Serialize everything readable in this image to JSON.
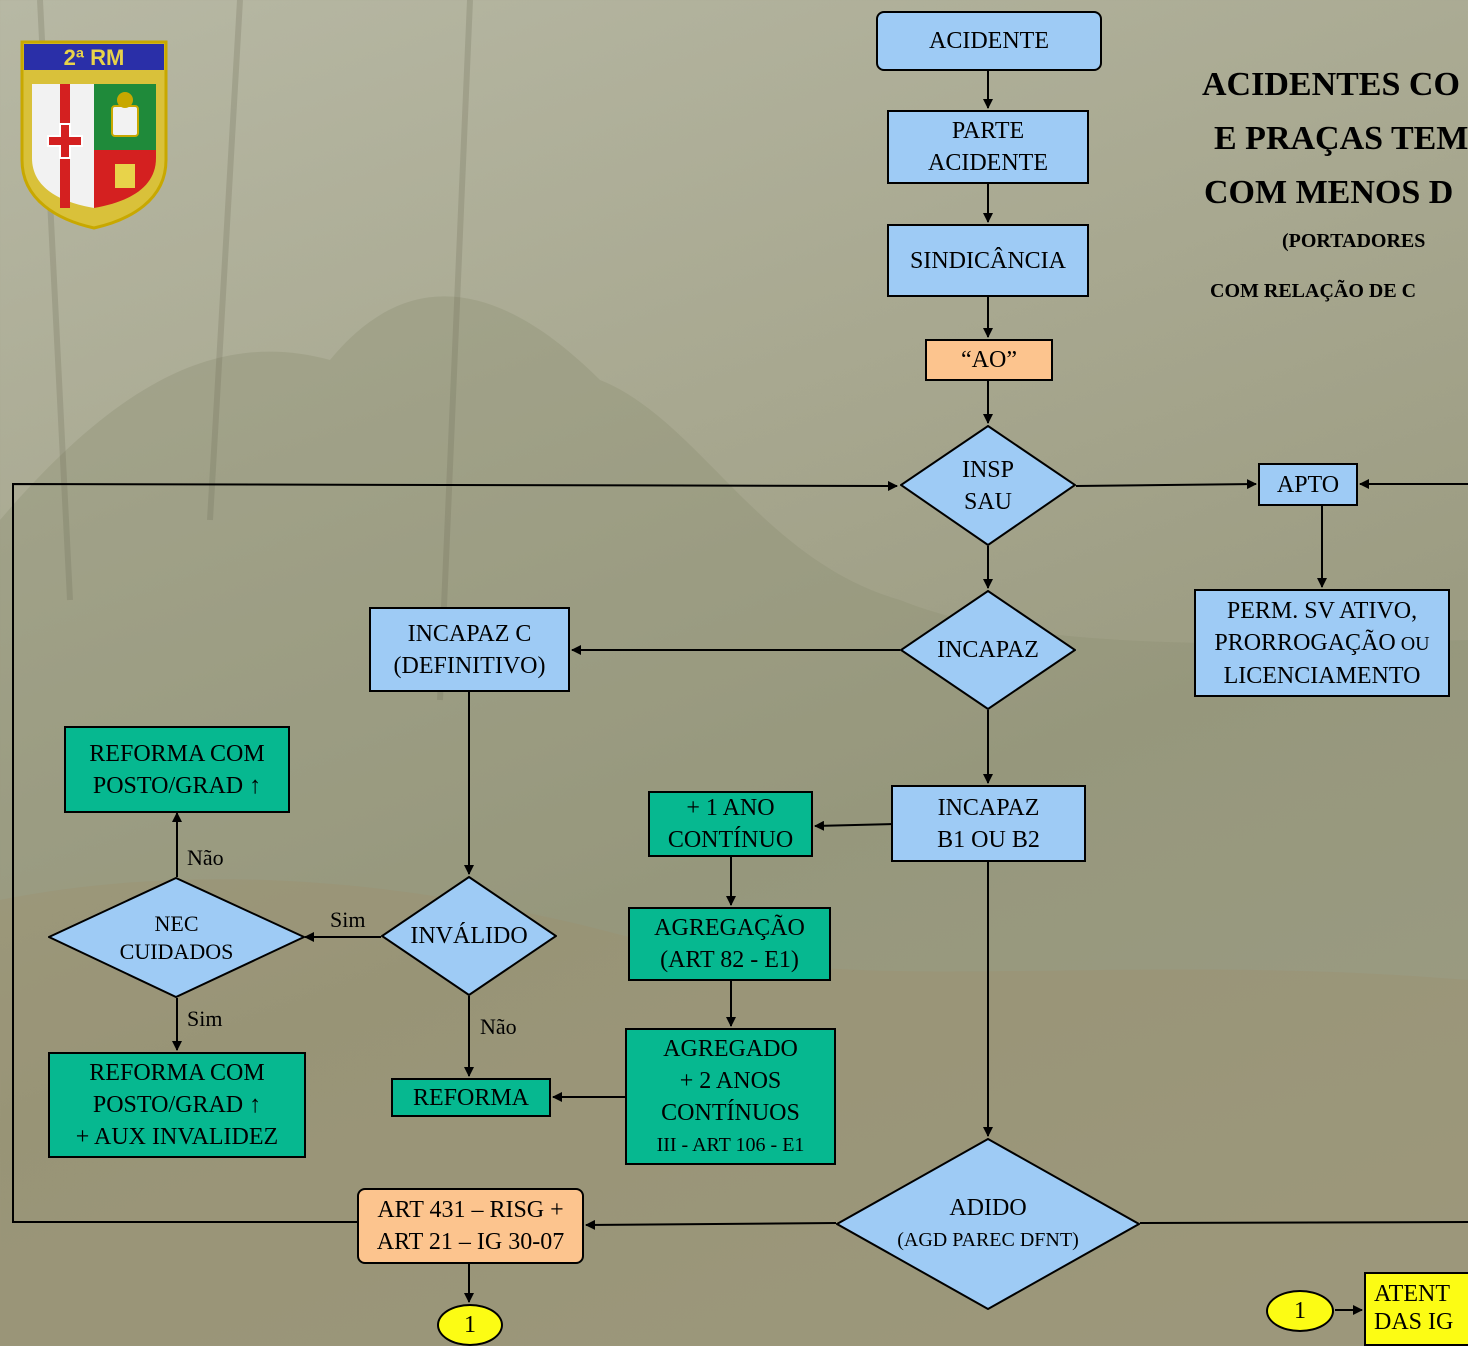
{
  "titles": {
    "line1": "ACIDENTES CO",
    "line2": "E PRAÇAS TEM",
    "line3": "COM MENOS D",
    "line4": "(PORTADORES",
    "line5": "COM RELAÇÃO DE C"
  },
  "logo": {
    "text": "2ª RM"
  },
  "nodes": {
    "acidente": "ACIDENTE",
    "parte_l1": "PARTE",
    "parte_l2": "ACIDENTE",
    "sindicancia": "SINDICÂNCIA",
    "ao": "“AO”",
    "insp_l1": "INSP",
    "insp_l2": "SAU",
    "apto": "APTO",
    "perm_l1": "PERM. SV ATIVO,",
    "perm_l2a": "PRORROGAÇÃO",
    "perm_l2b": " OU",
    "perm_l3": "LICENCIAMENTO",
    "incapaz": "INCAPAZ",
    "incapaz_c_l1": "INCAPAZ C",
    "incapaz_c_l2": "(DEFINITIVO)",
    "reforma_top_l1": "REFORMA COM",
    "reforma_top_l2": "POSTO/GRAD ↑",
    "nec_l1": "NEC",
    "nec_l2": "CUIDADOS",
    "invalido": "INVÁLIDO",
    "reforma_aux_l1": "REFORMA COM",
    "reforma_aux_l2": "POSTO/GRAD ↑",
    "reforma_aux_l3": "+ AUX INVALIDEZ",
    "reforma": "REFORMA",
    "ano_l1": "+ 1 ANO",
    "ano_l2": "CONTÍNUO",
    "incapaz_b_l1": "INCAPAZ",
    "incapaz_b_l2": "B1 OU B2",
    "agregacao_l1": "AGREGAÇÃO",
    "agregacao_l2": "(ART 82 - E1)",
    "agregado_l1": "AGREGADO",
    "agregado_l2": "+ 2 ANOS",
    "agregado_l3": "CONTÍNUOS",
    "agregado_l4": "III - ART 106 - E1",
    "art_l1": "ART 431 – RISG +",
    "art_l2": "ART 21 – IG 30-07",
    "adido_l1": "ADIDO",
    "adido_l2": "(AGD PAREC DFNT)",
    "connector_1": "1",
    "connector_1b": "1",
    "atent_l1": "ATENT",
    "atent_l2": "DAS IG"
  },
  "edge_labels": {
    "nao_top": "Não",
    "sim_left": "Sim",
    "sim_bottom": "Sim",
    "nao_bottom": "Não"
  },
  "colors": {
    "process_blue": "#9ecbf5",
    "outcome_green": "#06b890",
    "note_peach": "#fcc48e",
    "connector_yellow": "#fcfc14"
  }
}
